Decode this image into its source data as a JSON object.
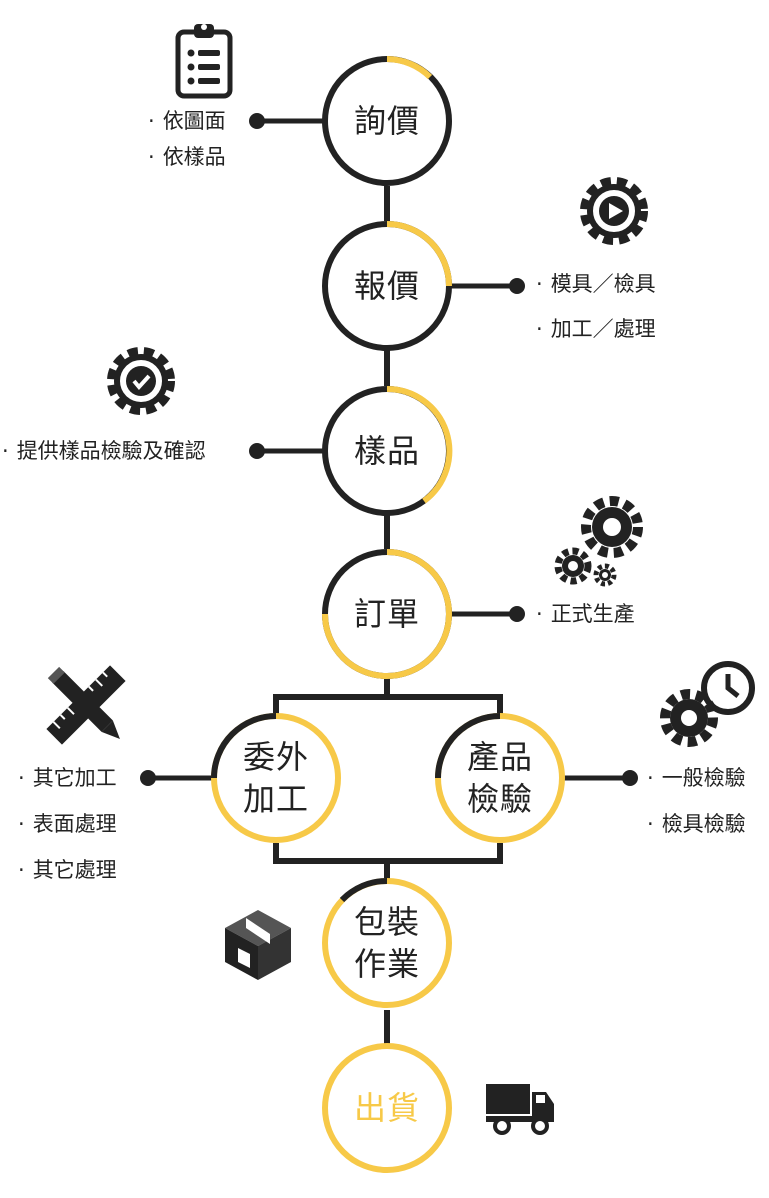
{
  "colors": {
    "accent": "#f7c948",
    "ink": "#222222",
    "background": "#ffffff"
  },
  "stages": [
    {
      "id": "inquiry",
      "label": "詢價"
    },
    {
      "id": "quote",
      "label": "報價"
    },
    {
      "id": "sample",
      "label": "樣品"
    },
    {
      "id": "order",
      "label": "訂單"
    },
    {
      "id": "outsource",
      "label": "委外加工"
    },
    {
      "id": "inspection",
      "label": "產品檢驗"
    },
    {
      "id": "packing",
      "label": "包裝作業"
    },
    {
      "id": "shipping",
      "label": "出貨"
    }
  ],
  "notes": {
    "inquiry": [
      "依圖面",
      "依樣品"
    ],
    "quote": [
      "模具／檢具",
      "加工／處理"
    ],
    "sample": [
      "提供樣品檢驗及確認"
    ],
    "order": [
      "正式生產"
    ],
    "outsource": [
      "其它加工",
      "表面處理",
      "其它處理"
    ],
    "inspection": [
      "一般檢驗",
      "檢具檢驗"
    ]
  },
  "bullet": "·",
  "icons": {
    "inquiry": "clipboard-list-icon",
    "quote": "gear-play-icon",
    "sample": "gear-check-icon",
    "order": "gears-icon",
    "outsource": "ruler-pencil-icon",
    "inspection": "gear-clock-icon",
    "packing": "box-icon",
    "shipping": "truck-icon"
  }
}
